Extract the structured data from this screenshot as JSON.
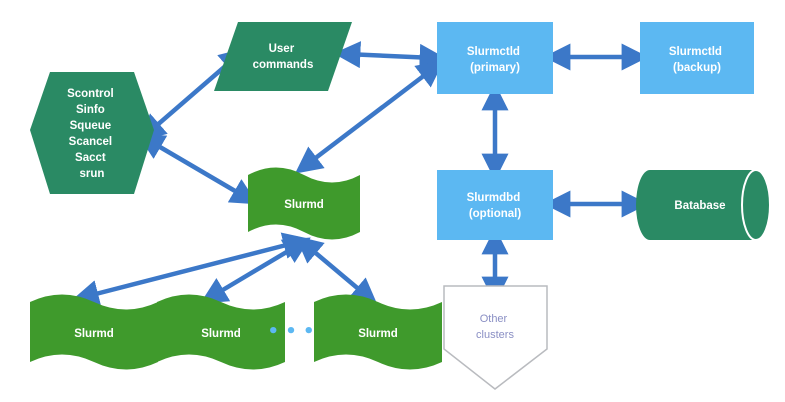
{
  "nodes": {
    "commands_hex": [
      "Scontrol",
      "Sinfo",
      "Squeue",
      "Scancel",
      "Sacct",
      "srun"
    ],
    "user_commands": [
      "User",
      "commands"
    ],
    "slurmctld_primary": [
      "Slurmctld",
      "(primary)"
    ],
    "slurmctld_backup": [
      "Slurmctld",
      "(backup)"
    ],
    "slurmdbd": [
      "Slurmdbd",
      "(optional)"
    ],
    "database": "Batabase",
    "slurmd_main": "Slurmd",
    "slurmd_nodes": [
      "Slurmd",
      "Slurmd",
      "Slurmd"
    ],
    "ellipsis": "• • •",
    "other_clusters": [
      "Other",
      "clusters"
    ]
  },
  "colors": {
    "dark_green": "#2a8a64",
    "green": "#3f9a2c",
    "light_blue": "#5cb8f2",
    "arrow_blue": "#3c78c8",
    "other_outline": "#b9bbbf"
  }
}
